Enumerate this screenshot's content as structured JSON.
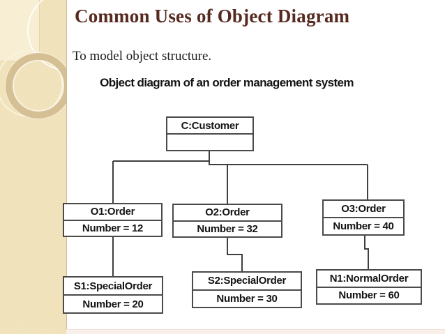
{
  "slide": {
    "title": "Common Uses of Object Diagram",
    "subtitle": "To model object structure."
  },
  "diagram": {
    "caption": "Object diagram of an order management system",
    "nodes": [
      {
        "id": "customer",
        "name": "C:Customer",
        "attribute": ""
      },
      {
        "id": "o1",
        "name": "O1:Order",
        "attribute": "Number = 12"
      },
      {
        "id": "o2",
        "name": "O2:Order",
        "attribute": "Number = 32"
      },
      {
        "id": "o3",
        "name": "O3:Order",
        "attribute": "Number = 40"
      },
      {
        "id": "s1",
        "name": "S1:SpecialOrder",
        "attribute": "Number = 20"
      },
      {
        "id": "s2",
        "name": "S2:SpecialOrder",
        "attribute": "Number = 30"
      },
      {
        "id": "n1",
        "name": "N1:NormalOrder",
        "attribute": "Number = 60"
      }
    ],
    "edges": [
      {
        "from": "customer",
        "to": "o1"
      },
      {
        "from": "customer",
        "to": "o2"
      },
      {
        "from": "customer",
        "to": "o3"
      },
      {
        "from": "o1",
        "to": "s1"
      },
      {
        "from": "o2",
        "to": "s2"
      },
      {
        "from": "o3",
        "to": "n1"
      }
    ]
  },
  "theme": {
    "sidebar_color": "#efe0b6",
    "title_color": "#572a20",
    "line_color": "#3f3f3f",
    "box_border_color": "#4a4a4a"
  }
}
